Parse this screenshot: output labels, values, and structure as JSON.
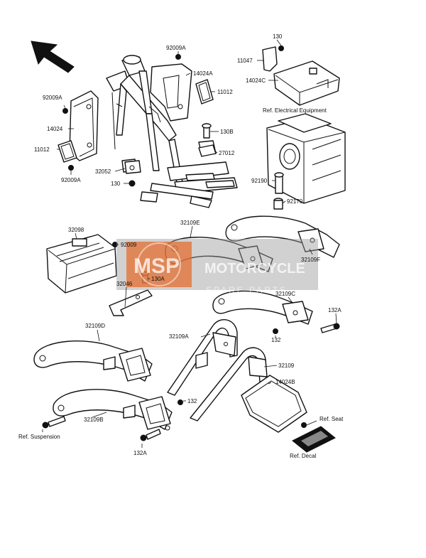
{
  "watermark": {
    "logo_text": "MSP",
    "title": "MOTORCYCLE",
    "subtitle": "SPARE PARTS"
  },
  "callouts": {
    "c130_top": "130",
    "c11047": "11047",
    "c14024C": "14024C",
    "c92009A_top": "92009A",
    "c14024A": "14024A",
    "c11012_right": "11012",
    "c92009A_left": "92009A",
    "c14024": "14024",
    "c11012_left": "11012",
    "c92009A_bottom": "92009A",
    "c32052": "32052",
    "c130_mid": "130",
    "c130B": "130B",
    "c27012": "27012",
    "c92190": "92190",
    "c92170": "92170",
    "c32098": "32098",
    "c92009": "92009",
    "c32109E": "32109E",
    "c32109F": "32109F",
    "c130A": "130A",
    "c32046": "32046",
    "c32109C": "32109C",
    "c132A_right": "132A",
    "c132_right": "132",
    "c32109D": "32109D",
    "c32109A": "32109A",
    "c32109": "32109",
    "c14024B": "14024B",
    "c132_mid": "132",
    "c32109B": "32109B",
    "c132A_bottom": "132A"
  },
  "references": {
    "electrical": "Ref. Electrical Equipment",
    "seat": "Ref. Seat",
    "suspension": "Ref. Suspension",
    "decal": "Ref. Decal"
  }
}
